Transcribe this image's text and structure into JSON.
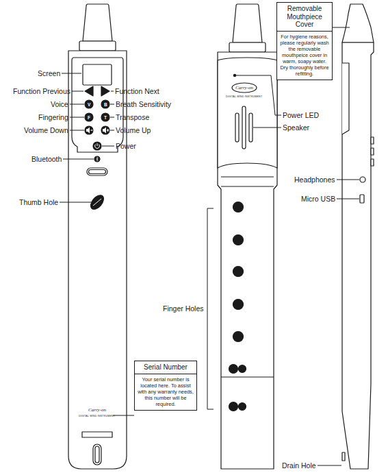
{
  "diagram": {
    "nodes": [
      {
        "text": [
          "Removable Mouthpiece Cover",
          "For hygiene reasons, please regularly wash the removable mouthpeice cover in warm, soapy water. Dry thoroughly before refitting."
        ]
      },
      {
        "text": [
          "Serial Number",
          "Your serial number is located here. To assist with any warranty needs, this number will be required."
        ]
      }
    ],
    "labels": [
      "Screen",
      "Function Previous",
      "Function Next",
      "Voice",
      "Breath Sensitivity",
      "Fingering",
      "Transpose",
      "Volume Down",
      "Volume Up",
      "Power",
      "Bluetooth",
      "Thumb Hole",
      "V",
      "B",
      "F",
      "T",
      "Carry-on",
      "DIGITAL WIND INSTRUMENT",
      "Carry-on",
      "DIGITAL WIND INSTRUMENT",
      "Power LED",
      "Speaker",
      "Finger Holes",
      "Headphones",
      "Micro USB",
      "Drain Hole"
    ]
  }
}
